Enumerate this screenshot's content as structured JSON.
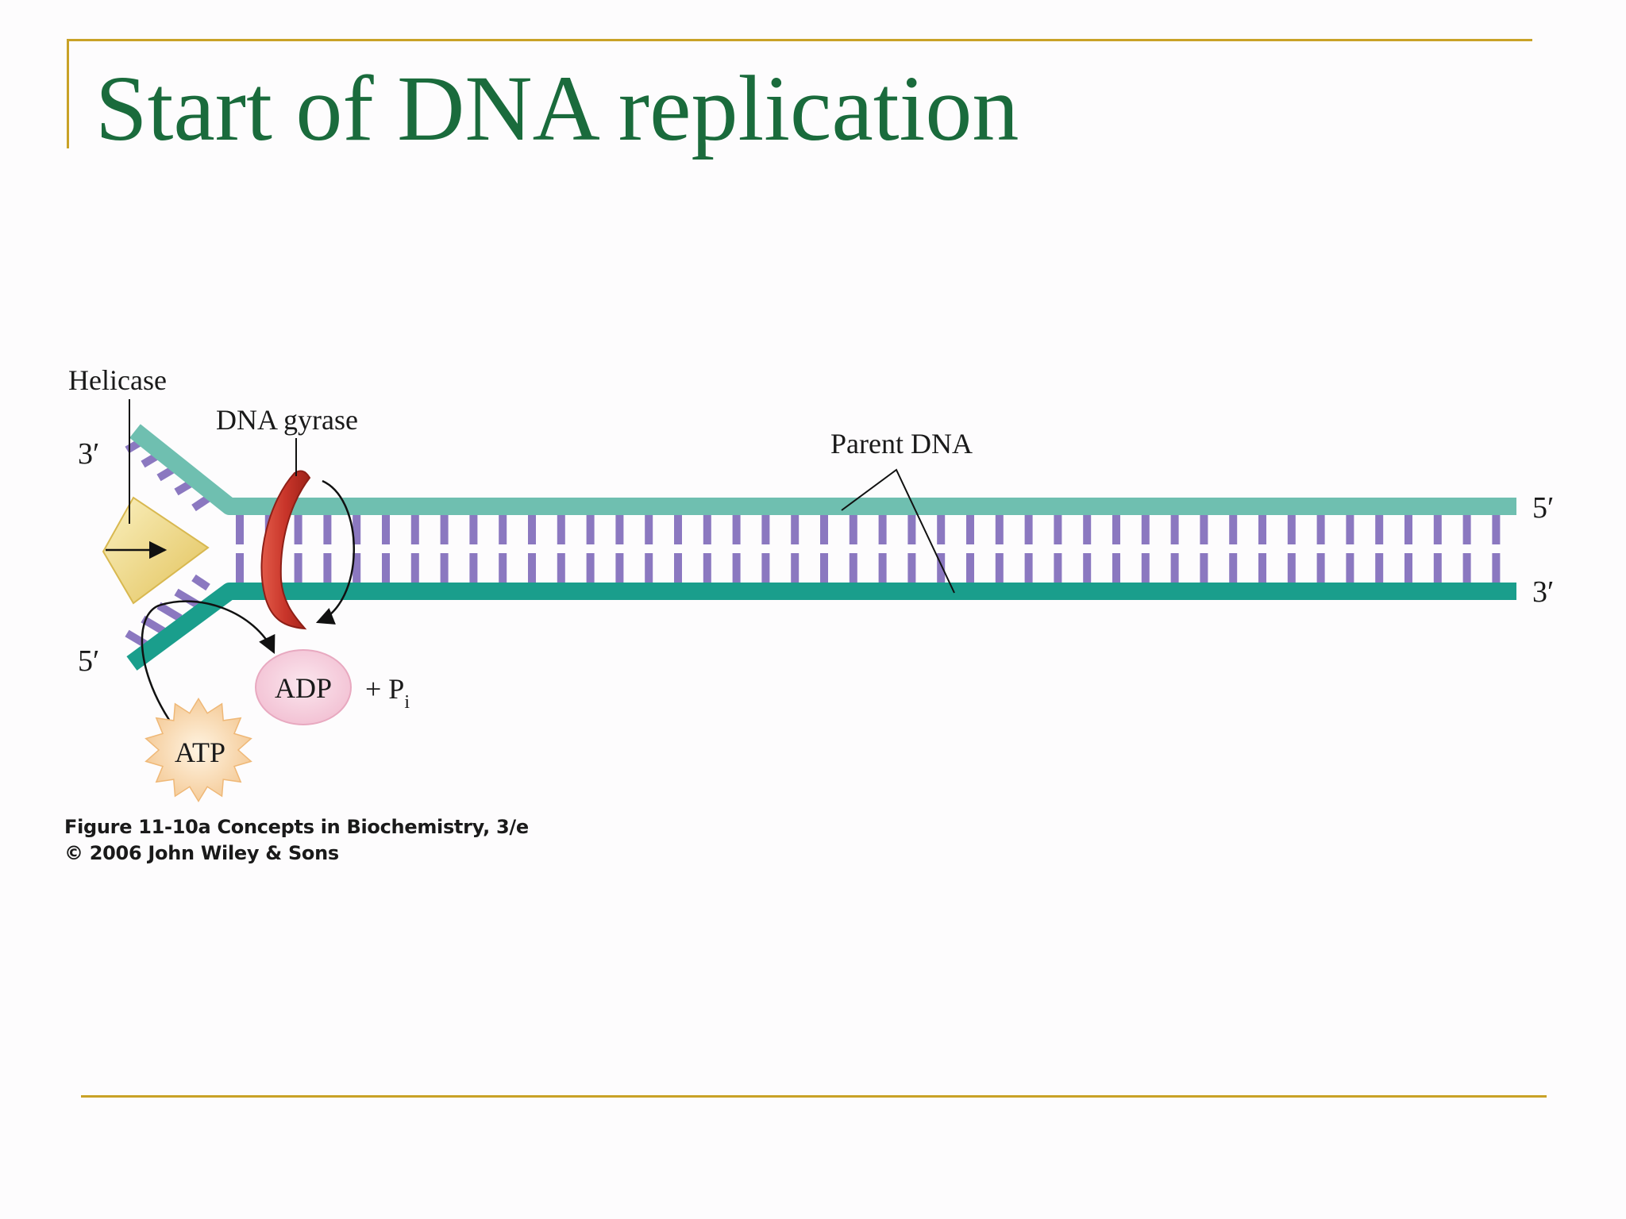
{
  "slide": {
    "title": "Start of DNA replication"
  },
  "labels": {
    "helicase": "Helicase",
    "dna_gyrase": "DNA gyrase",
    "parent_dna": "Parent DNA",
    "left_top_end": "3′",
    "left_bottom_end": "5′",
    "right_top_end": "5′",
    "right_bottom_end": "3′",
    "adp": "ADP",
    "plus_pi": "+ P",
    "pi_subscript": "i",
    "atp": "ATP"
  },
  "credit": {
    "line1": "Figure 11-10a  Concepts in Biochemistry, 3/e",
    "line2": "© 2006 John Wiley & Sons"
  },
  "colors": {
    "title": "#1a6b3c",
    "rule": "#c9a227",
    "strand_top": "#6fbfb0",
    "strand_bottom": "#1a9e8c",
    "base_pair": "#8b78c0",
    "gyrase": "#c8352a",
    "helicase": "#f0dc8a",
    "adp": "#f6d3e0",
    "atp": "#f8d8b0"
  }
}
